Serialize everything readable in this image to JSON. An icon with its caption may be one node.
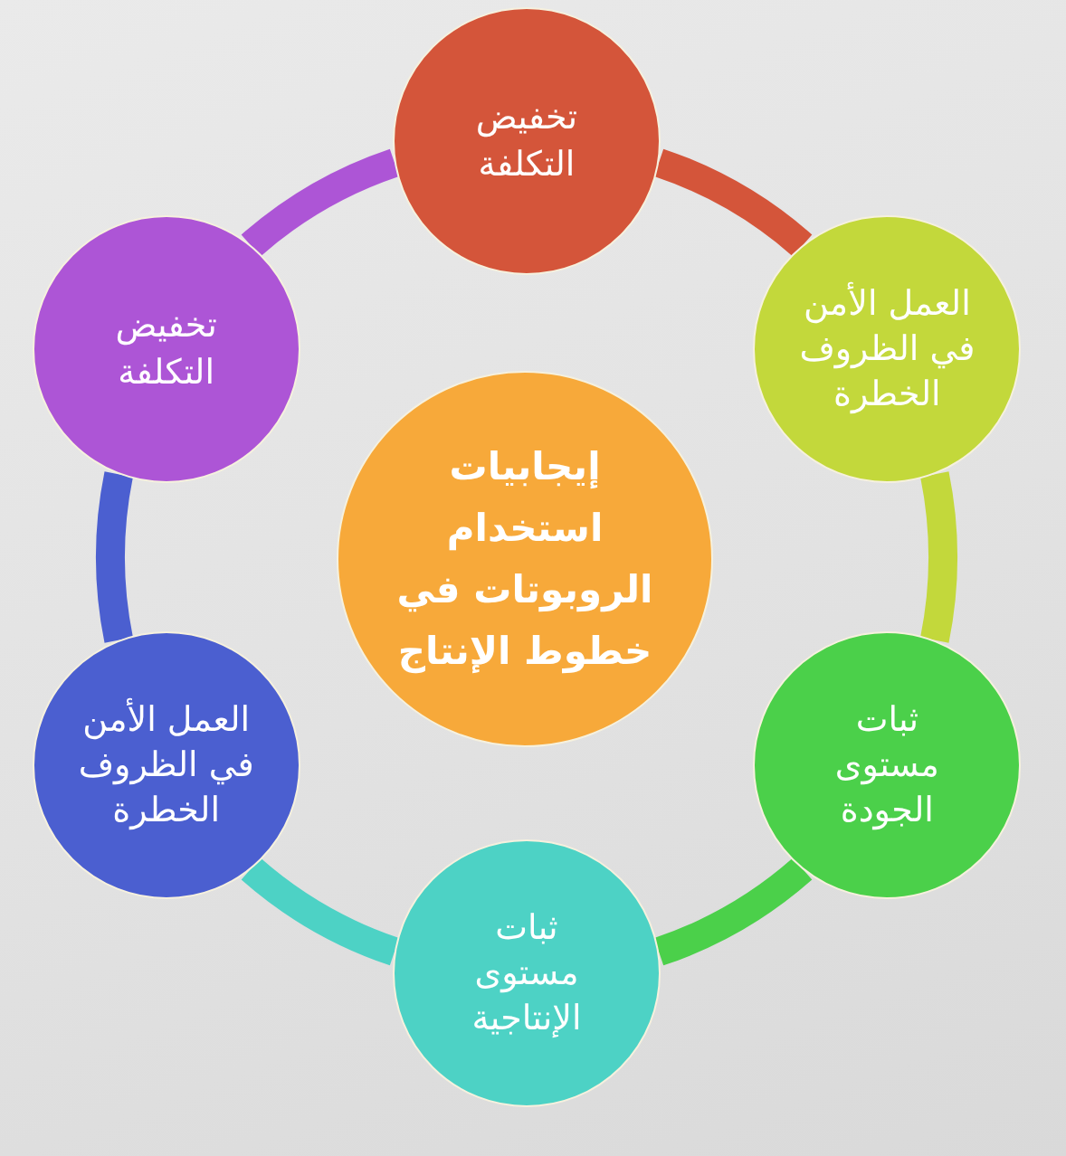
{
  "diagram": {
    "nodes": [
      {
        "text": [
          "إيجابيات استخدام الروبوتات في خطوط الإنتاج"
        ]
      },
      {
        "text": [
          "تخفيض التكلفة"
        ]
      },
      {
        "text": [
          "العمل الأمن في الظروف الخطرة"
        ]
      },
      {
        "text": [
          "ثبات مستوى الجودة"
        ]
      },
      {
        "text": [
          "ثبات مستوى الإنتاجية"
        ]
      },
      {
        "text": [
          "العمل الأمن في الظروف الخطرة"
        ]
      },
      {
        "text": [
          "تخفيض التكلفة"
        ]
      }
    ],
    "edges": [
      {
        "from": 1,
        "to": 2,
        "arrow": "none",
        "color": "#d4553a"
      },
      {
        "from": 2,
        "to": 3,
        "arrow": "none",
        "color": "#c3d83b"
      },
      {
        "from": 3,
        "to": 4,
        "arrow": "none",
        "color": "#4bd04a"
      },
      {
        "from": 4,
        "to": 5,
        "arrow": "none",
        "color": "#4dd2c5"
      },
      {
        "from": 5,
        "to": 6,
        "arrow": "none",
        "color": "#4b5fd0"
      },
      {
        "from": 6,
        "to": 1,
        "arrow": "none",
        "color": "#ad55d6"
      }
    ]
  }
}
